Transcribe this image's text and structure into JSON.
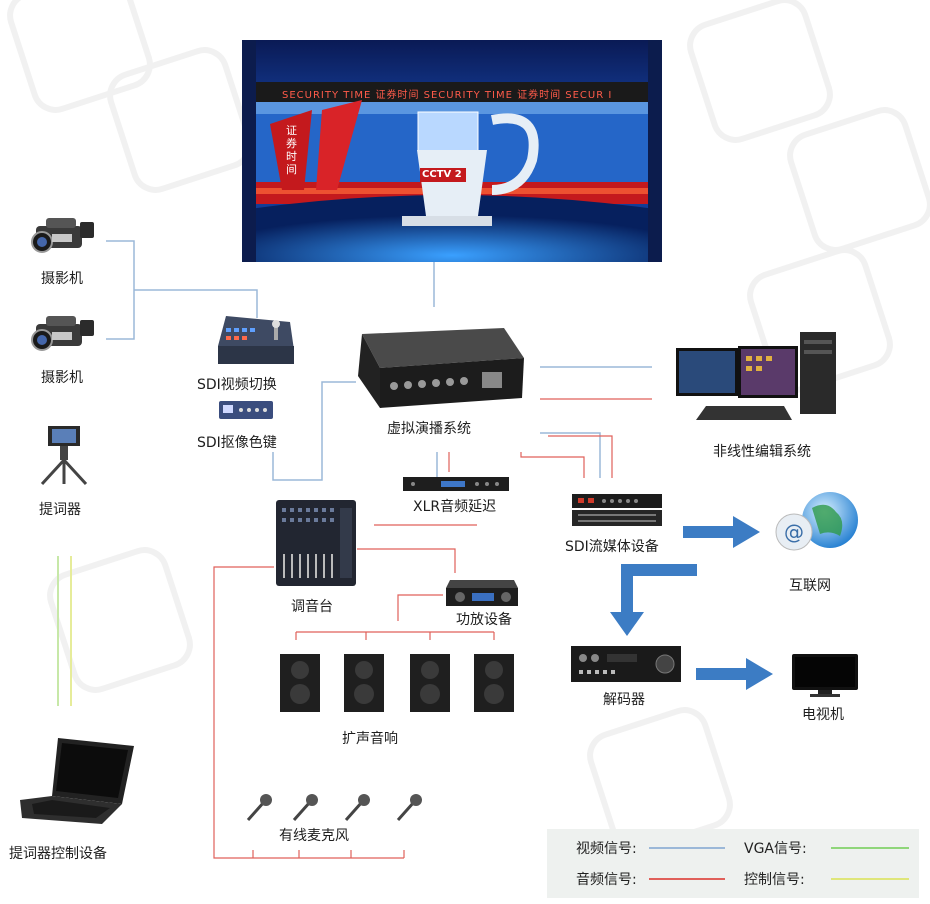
{
  "studio": {
    "ticker": "SECURITY TIME  证券时间  SECURITY TIME  证券时间  SECUR I",
    "logo_text": "证券时间",
    "desk_text": "CCTV 2"
  },
  "labels": {
    "camera1": "摄影机",
    "camera2": "摄影机",
    "teleprompter": "提词器",
    "teleprompter_control": "提词器控制设备",
    "sdi_switcher": "SDI视频切换",
    "sdi_keyer": "SDI抠像色键",
    "virtual_system": "虚拟演播系统",
    "nle": "非线性编辑系统",
    "xlr_delay": "XLR音频延迟",
    "mixer": "调音台",
    "sdi_streaming": "SDI流媒体设备",
    "internet": "互联网",
    "amplifier": "功放设备",
    "speakers": "扩声音响",
    "decoder": "解码器",
    "tv": "电视机",
    "microphones": "有线麦克风"
  },
  "legend": {
    "video": "视频信号:",
    "audio": "音频信号:",
    "vga": "VGA信号:",
    "control": "控制信号:"
  },
  "colors": {
    "video": "#9bb8d8",
    "audio": "#e0605a",
    "vga": "#8fd67a",
    "control": "#dfe67a",
    "arrow": "#3c7cc4"
  }
}
